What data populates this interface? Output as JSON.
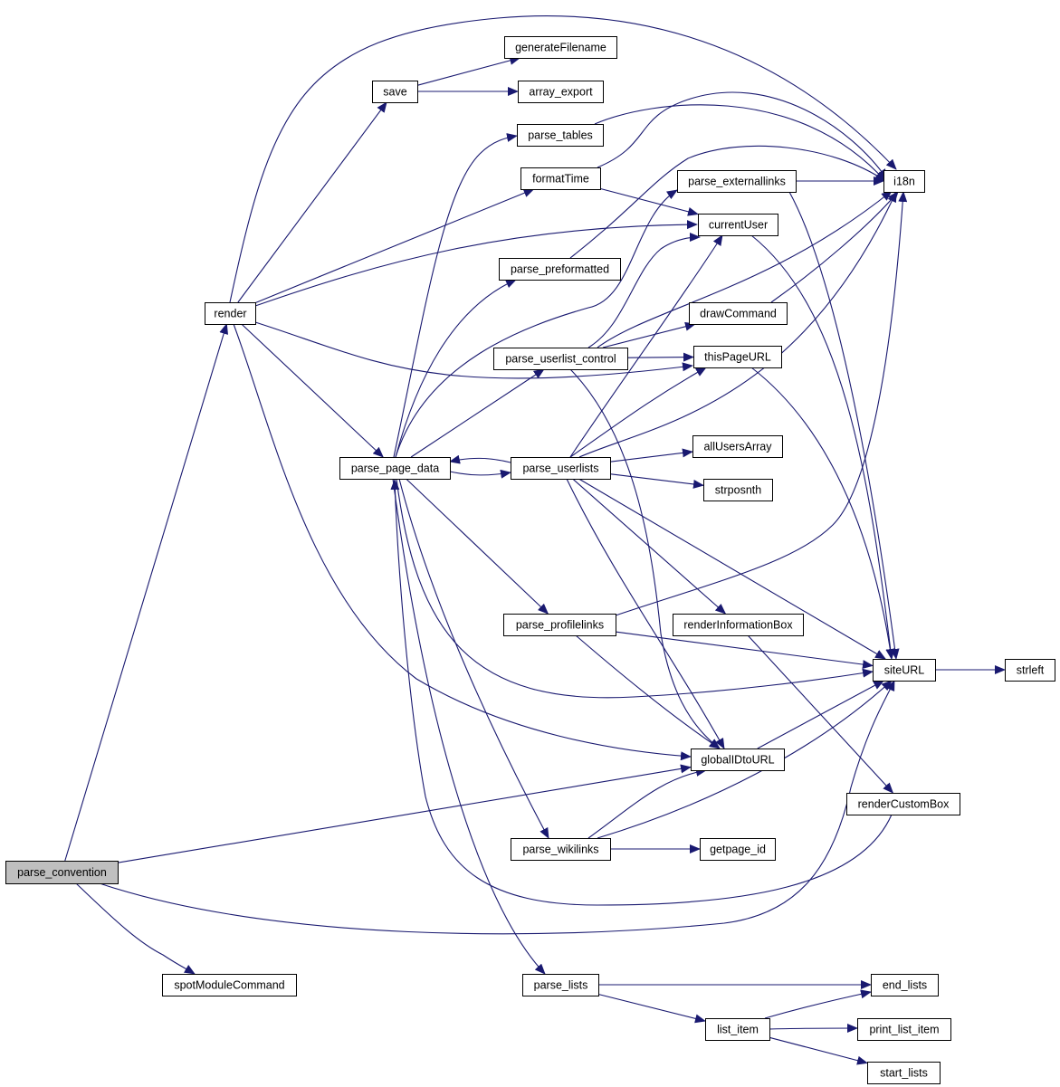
{
  "colors": {
    "edge": "#191970",
    "node_fill": "#ffffff",
    "node_border": "#000000",
    "root_fill": "#bfbfbf"
  },
  "graph": {
    "root": "parse_convention",
    "nodes": [
      {
        "id": "parse_convention",
        "label": "parse_convention"
      },
      {
        "id": "render",
        "label": "render"
      },
      {
        "id": "save",
        "label": "save"
      },
      {
        "id": "generateFilename",
        "label": "generateFilename"
      },
      {
        "id": "array_export",
        "label": "array_export"
      },
      {
        "id": "parse_tables",
        "label": "parse_tables"
      },
      {
        "id": "formatTime",
        "label": "formatTime"
      },
      {
        "id": "parse_externallinks",
        "label": "parse_externallinks"
      },
      {
        "id": "i18n",
        "label": "i18n"
      },
      {
        "id": "currentUser",
        "label": "currentUser"
      },
      {
        "id": "parse_preformatted",
        "label": "parse_preformatted"
      },
      {
        "id": "drawCommand",
        "label": "drawCommand"
      },
      {
        "id": "parse_userlist_control",
        "label": "parse_userlist_control"
      },
      {
        "id": "thisPageURL",
        "label": "thisPageURL"
      },
      {
        "id": "parse_page_data",
        "label": "parse_page_data"
      },
      {
        "id": "parse_userlists",
        "label": "parse_userlists"
      },
      {
        "id": "allUsersArray",
        "label": "allUsersArray"
      },
      {
        "id": "strposnth",
        "label": "strposnth"
      },
      {
        "id": "parse_profilelinks",
        "label": "parse_profilelinks"
      },
      {
        "id": "renderInformationBox",
        "label": "renderInformationBox"
      },
      {
        "id": "siteURL",
        "label": "siteURL"
      },
      {
        "id": "strleft",
        "label": "strleft"
      },
      {
        "id": "globalIDtoURL",
        "label": "globalIDtoURL"
      },
      {
        "id": "renderCustomBox",
        "label": "renderCustomBox"
      },
      {
        "id": "parse_wikilinks",
        "label": "parse_wikilinks"
      },
      {
        "id": "getpage_id",
        "label": "getpage_id"
      },
      {
        "id": "spotModuleCommand",
        "label": "spotModuleCommand"
      },
      {
        "id": "parse_lists",
        "label": "parse_lists"
      },
      {
        "id": "end_lists",
        "label": "end_lists"
      },
      {
        "id": "list_item",
        "label": "list_item"
      },
      {
        "id": "print_list_item",
        "label": "print_list_item"
      },
      {
        "id": "start_lists",
        "label": "start_lists"
      }
    ],
    "edges": [
      [
        "parse_convention",
        "render"
      ],
      [
        "parse_convention",
        "globalIDtoURL"
      ],
      [
        "parse_convention",
        "siteURL"
      ],
      [
        "parse_convention",
        "spotModuleCommand"
      ],
      [
        "render",
        "save"
      ],
      [
        "render",
        "i18n"
      ],
      [
        "render",
        "formatTime"
      ],
      [
        "render",
        "currentUser"
      ],
      [
        "render",
        "thisPageURL"
      ],
      [
        "render",
        "parse_page_data"
      ],
      [
        "render",
        "globalIDtoURL"
      ],
      [
        "save",
        "generateFilename"
      ],
      [
        "save",
        "array_export"
      ],
      [
        "parse_tables",
        "i18n"
      ],
      [
        "formatTime",
        "i18n"
      ],
      [
        "formatTime",
        "currentUser"
      ],
      [
        "parse_externallinks",
        "i18n"
      ],
      [
        "parse_externallinks",
        "siteURL"
      ],
      [
        "parse_preformatted",
        "i18n"
      ],
      [
        "currentUser",
        "siteURL"
      ],
      [
        "drawCommand",
        "i18n"
      ],
      [
        "thisPageURL",
        "siteURL"
      ],
      [
        "parse_userlist_control",
        "currentUser"
      ],
      [
        "parse_userlist_control",
        "drawCommand"
      ],
      [
        "parse_userlist_control",
        "thisPageURL"
      ],
      [
        "parse_userlist_control",
        "i18n"
      ],
      [
        "parse_userlist_control",
        "globalIDtoURL"
      ],
      [
        "parse_page_data",
        "parse_tables"
      ],
      [
        "parse_page_data",
        "parse_externallinks"
      ],
      [
        "parse_page_data",
        "parse_preformatted"
      ],
      [
        "parse_page_data",
        "parse_userlist_control"
      ],
      [
        "parse_page_data",
        "parse_userlists"
      ],
      [
        "parse_page_data",
        "parse_profilelinks"
      ],
      [
        "parse_page_data",
        "parse_wikilinks"
      ],
      [
        "parse_page_data",
        "parse_lists"
      ],
      [
        "parse_page_data",
        "siteURL"
      ],
      [
        "parse_userlists",
        "parse_page_data"
      ],
      [
        "parse_userlists",
        "currentUser"
      ],
      [
        "parse_userlists",
        "thisPageURL"
      ],
      [
        "parse_userlists",
        "i18n"
      ],
      [
        "parse_userlists",
        "allUsersArray"
      ],
      [
        "parse_userlists",
        "strposnth"
      ],
      [
        "parse_userlists",
        "renderInformationBox"
      ],
      [
        "parse_userlists",
        "siteURL"
      ],
      [
        "parse_userlists",
        "globalIDtoURL"
      ],
      [
        "parse_profilelinks",
        "i18n"
      ],
      [
        "parse_profilelinks",
        "siteURL"
      ],
      [
        "parse_profilelinks",
        "globalIDtoURL"
      ],
      [
        "renderInformationBox",
        "renderCustomBox"
      ],
      [
        "renderCustomBox",
        "parse_page_data"
      ],
      [
        "siteURL",
        "strleft"
      ],
      [
        "globalIDtoURL",
        "siteURL"
      ],
      [
        "parse_wikilinks",
        "globalIDtoURL"
      ],
      [
        "parse_wikilinks",
        "siteURL"
      ],
      [
        "parse_wikilinks",
        "getpage_id"
      ],
      [
        "parse_lists",
        "end_lists"
      ],
      [
        "parse_lists",
        "list_item"
      ],
      [
        "list_item",
        "end_lists"
      ],
      [
        "list_item",
        "print_list_item"
      ],
      [
        "list_item",
        "start_lists"
      ]
    ]
  }
}
